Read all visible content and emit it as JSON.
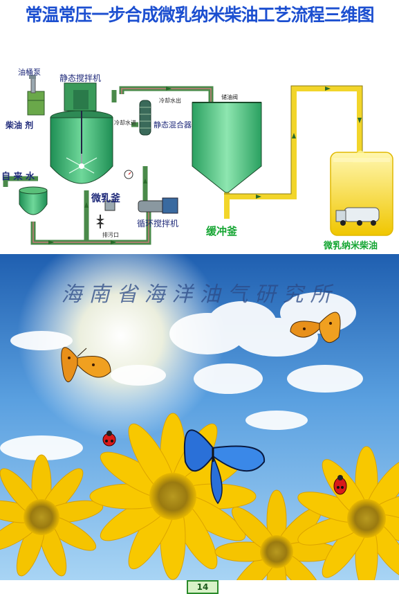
{
  "title": "常温常压一步合成微乳纳米柴油工艺流程三维图",
  "labels": {
    "pump": "油桶泵",
    "static_mixer_top": "静态搅拌机",
    "diesel_agent": "柴油 剂",
    "tap_water": "自 来 水",
    "cooling_out": "冷却水出",
    "cooling_in": "冷却水进",
    "static_mixer": "静态混合器",
    "oil_stop_valve": "储油阀",
    "microemulsion": "微乳釜",
    "circulation_mixer": "循环搅拌机",
    "drain": "排污口",
    "buffer_tank": "缓冲釜",
    "product": "微乳纳米柴油"
  },
  "organization": "海南省海洋油气研究所",
  "page_number": "14",
  "colors": {
    "title": "#1c4fd0",
    "pipe_green": "#4a8a4a",
    "pipe_yellow": "#f2d52a",
    "tank_green": "#3cb878",
    "label_green": "#14a532"
  }
}
